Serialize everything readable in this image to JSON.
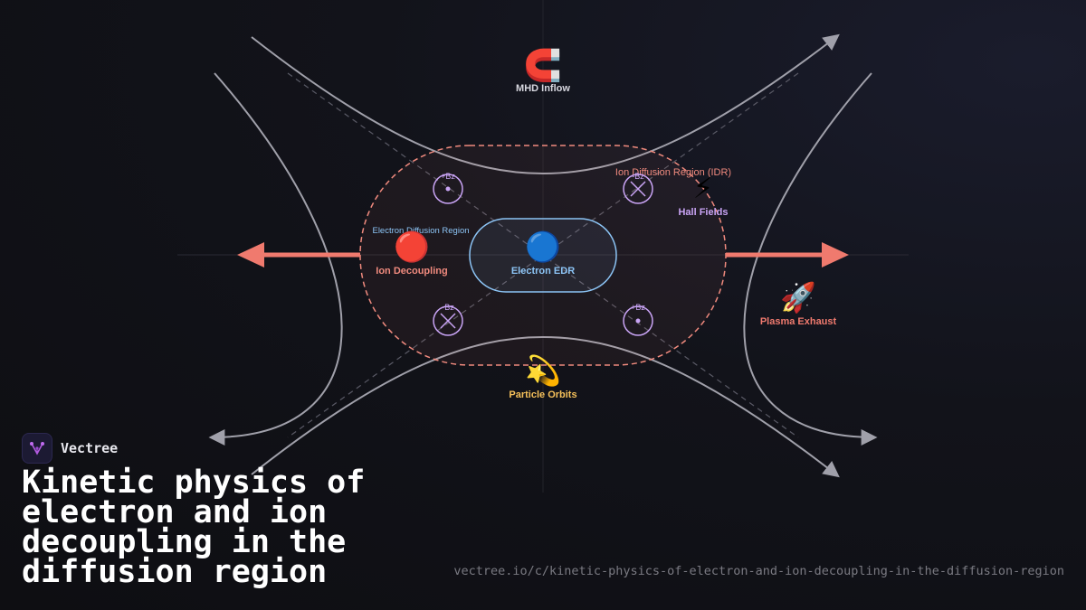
{
  "diagram": {
    "nodes": {
      "mhd_inflow": {
        "emoji": "🧲",
        "label": "MHD Inflow",
        "color": "#d8d8e0"
      },
      "hall_fields": {
        "emoji": "⚡",
        "label": "Hall Fields",
        "color": "#c9a4f5"
      },
      "ion_decoupling": {
        "emoji": "🔴",
        "label": "Ion Decoupling",
        "color": "#f08a7e"
      },
      "electron_edr": {
        "emoji": "🔵",
        "label": "Electron EDR",
        "color": "#8cc4f5"
      },
      "plasma_exhaust": {
        "emoji": "🚀",
        "label": "Plasma Exhaust",
        "color": "#f07a6e"
      },
      "particle_orbits": {
        "emoji": "💫",
        "label": "Particle Orbits",
        "color": "#f5c05a"
      }
    },
    "regions": {
      "idr_label": "Ion Diffusion Region (IDR)",
      "edr_label": "Electron Diffusion Region"
    },
    "field_markers": {
      "top_left": "+Bz",
      "top_right": "-Bz",
      "bottom_left": "-Bz",
      "bottom_right": "+Bz"
    },
    "colors": {
      "idr": "#f08a7e",
      "edr": "#8cc4f5",
      "field_lines": "#a0a0aa",
      "marker": "#c9a4f5",
      "outflow": "#f07a6e"
    }
  },
  "brand": {
    "name": "Vectree",
    "logo_icon": "vectree-logo-icon"
  },
  "title": "Kinetic physics of electron and ion decoupling in the diffusion region",
  "url": "vectree.io/c/kinetic-physics-of-electron-and-ion-decoupling-in-the-diffusion-region"
}
